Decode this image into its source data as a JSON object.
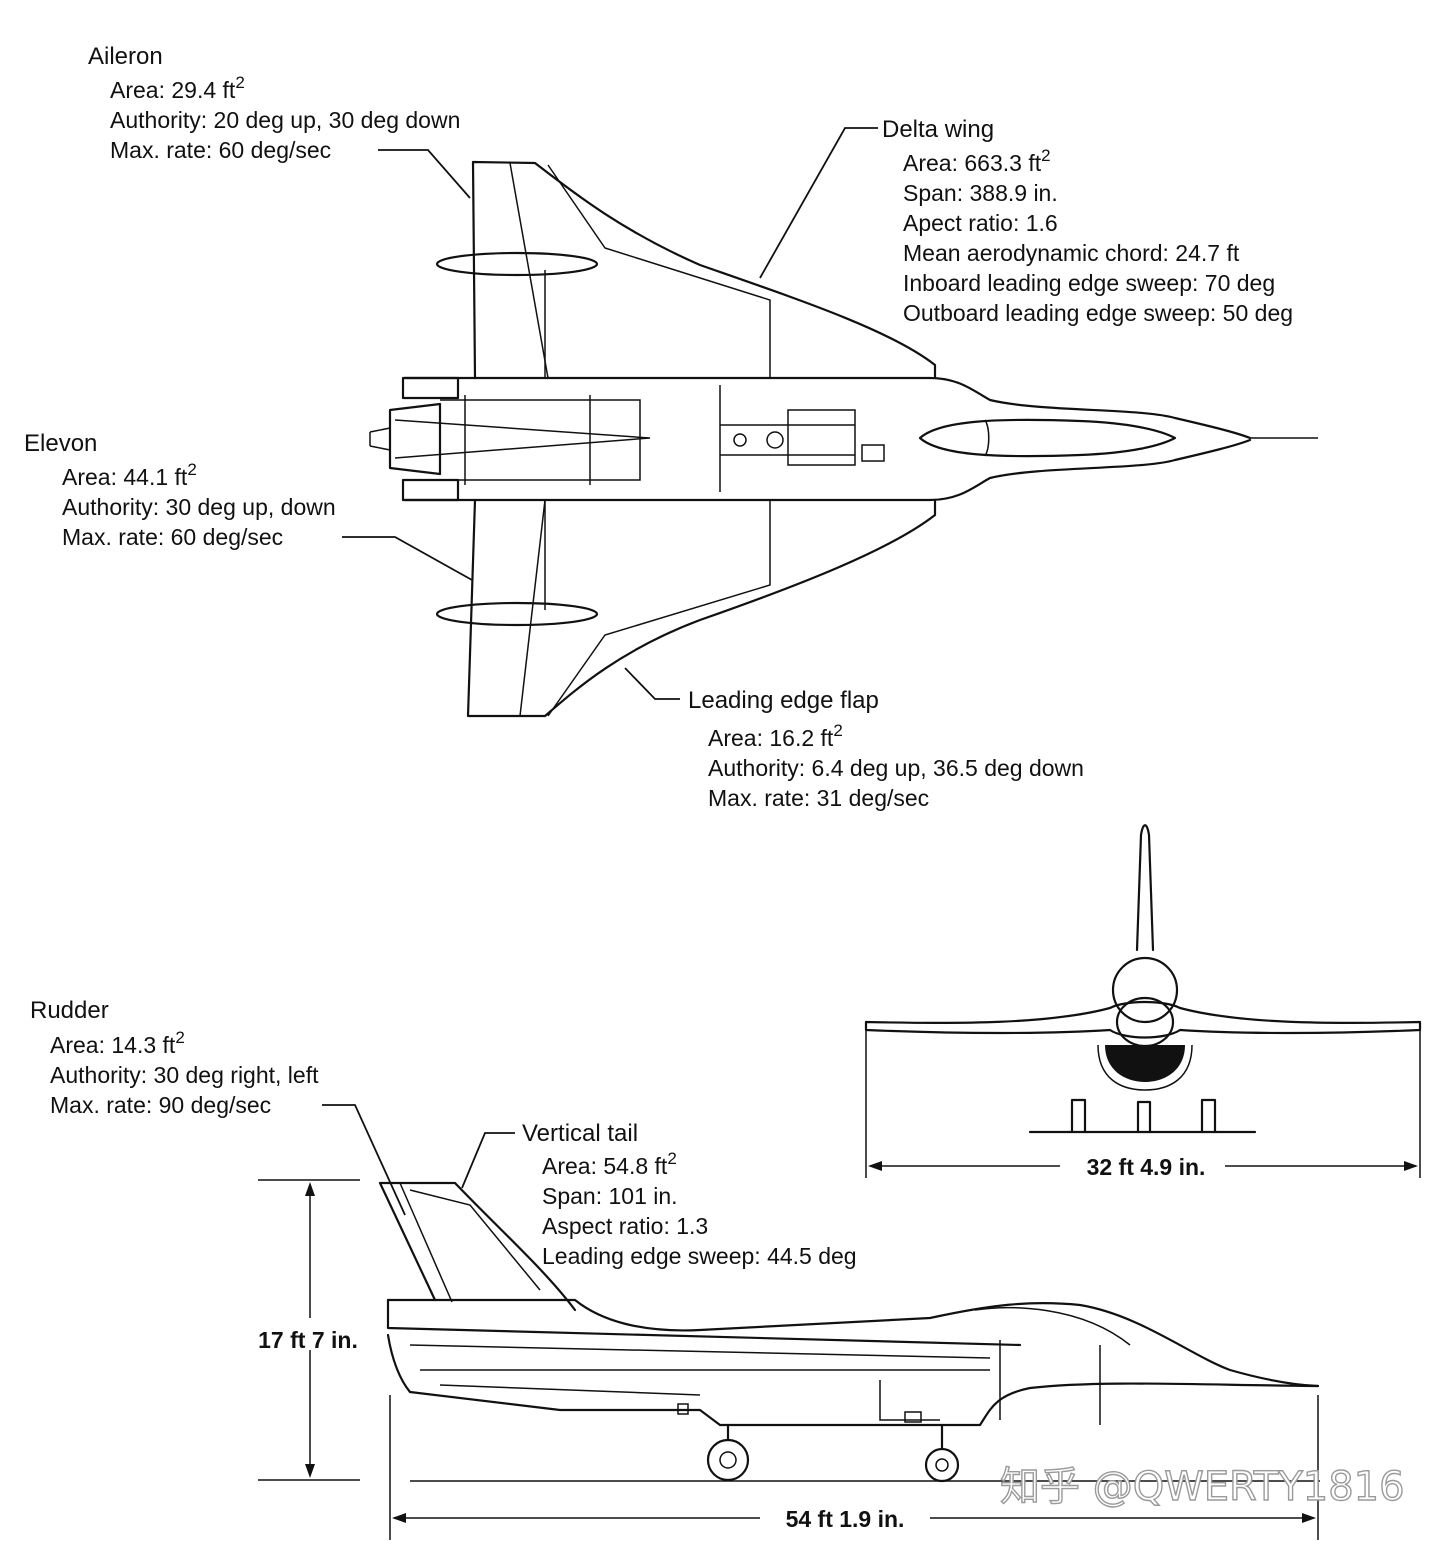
{
  "callouts": {
    "aileron": {
      "title": "Aileron",
      "area_label": "Area:",
      "area_value": "29.4 ft",
      "area_exp": "2",
      "authority": "Authority:  20 deg up, 30 deg down",
      "rate": "Max. rate:  60 deg/sec"
    },
    "delta_wing": {
      "title": "Delta wing",
      "area_label": "Area:",
      "area_value": "663.3 ft",
      "area_exp": "2",
      "span": "Span:  388.9 in.",
      "aspect": "Apect ratio:  1.6",
      "chord": "Mean aerodynamic chord:  24.7 ft",
      "inboard": "Inboard leading edge sweep:  70 deg",
      "outboard": "Outboard leading edge sweep:  50 deg"
    },
    "elevon": {
      "title": "Elevon",
      "area_label": "Area:",
      "area_value": "44.1 ft",
      "area_exp": "2",
      "authority": "Authority:  30 deg up, down",
      "rate": "Max. rate:  60 deg/sec"
    },
    "lef": {
      "title": "Leading edge flap",
      "area_label": "Area:",
      "area_value": "16.2 ft",
      "area_exp": "2",
      "authority": "Authority:  6.4 deg up, 36.5 deg down",
      "rate": "Max. rate:  31 deg/sec"
    },
    "rudder": {
      "title": "Rudder",
      "area_label": "Area:",
      "area_value": "14.3 ft",
      "area_exp": "2",
      "authority": "Authority:  30 deg right, left",
      "rate": "Max. rate:  90 deg/sec"
    },
    "vtail": {
      "title": "Vertical tail",
      "area_label": "Area:",
      "area_value": "54.8 ft",
      "area_exp": "2",
      "span": "Span:  101 in.",
      "aspect": "Aspect ratio:  1.3",
      "sweep": "Leading edge sweep:  44.5 deg"
    }
  },
  "dimensions": {
    "height": "17 ft  7 in.",
    "length": "54 ft  1.9 in.",
    "span": "32 ft  4.9 in."
  },
  "watermark": "知乎 @QWERTY1816"
}
